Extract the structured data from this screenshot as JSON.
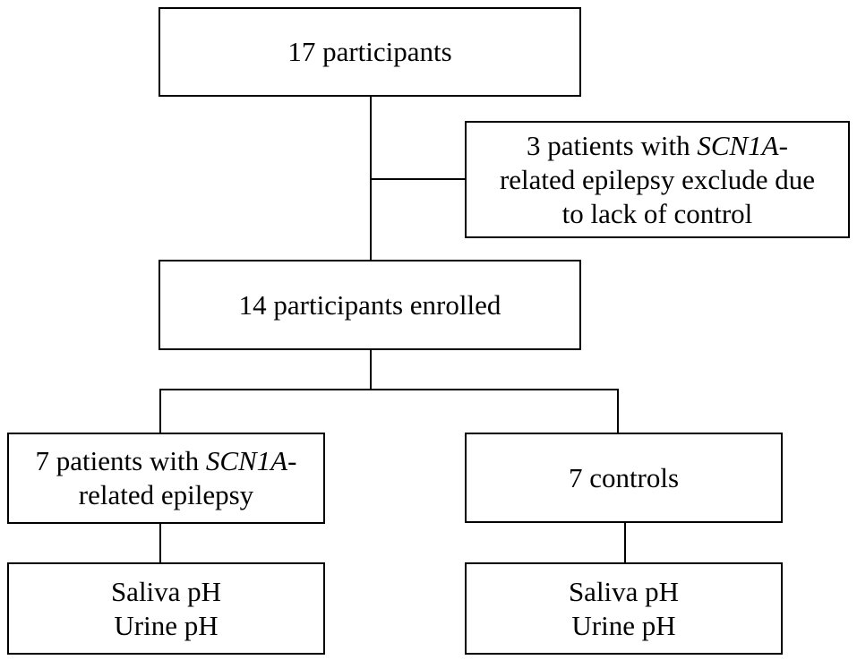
{
  "boxes": {
    "top": "17 participants",
    "excluded": {
      "line1_pre": "3 patients with ",
      "line1_gene": "SCN1A",
      "line1_post": "-",
      "line2": "related epilepsy exclude due",
      "line3": "to lack of control"
    },
    "enrolled": "14 participants enrolled",
    "patients": {
      "line1_pre": "7 patients with ",
      "line1_gene": "SCN1A",
      "line1_post": "-",
      "line2": "related epilepsy"
    },
    "controls": "7 controls",
    "patients_measures": [
      "Saliva pH",
      "Urine pH"
    ],
    "controls_measures": [
      "Saliva pH",
      "Urine pH"
    ]
  }
}
